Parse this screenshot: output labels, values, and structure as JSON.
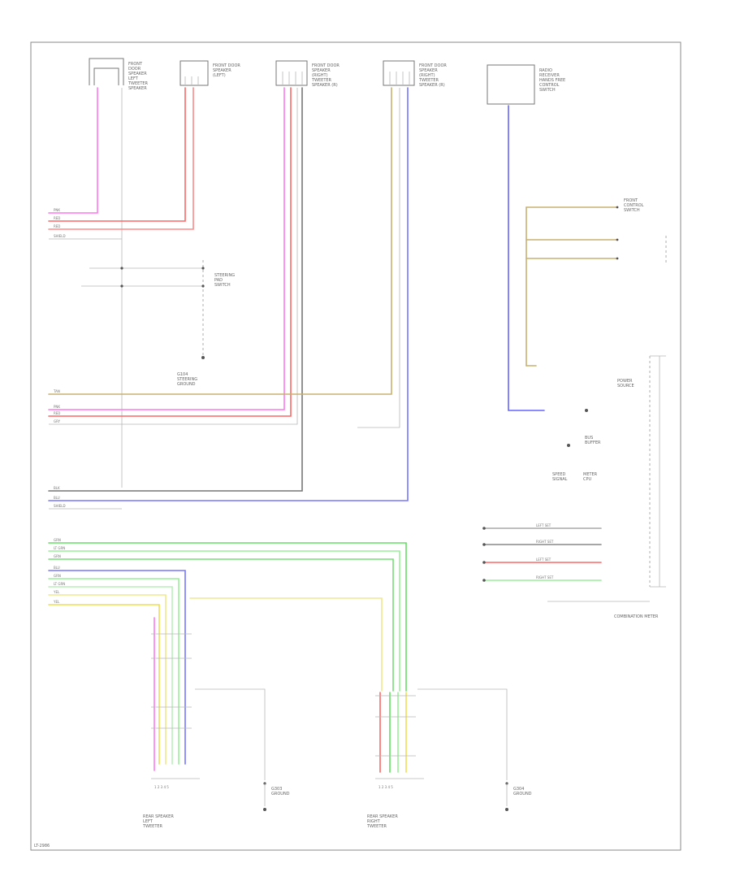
{
  "diagram": {
    "footer_code": "LT-2986",
    "bottom_right_label": "COMBINATION METER",
    "colors": {
      "pink": "#ff77ee",
      "red": "#ff6666",
      "tan": "#c8b070",
      "blue": "#6666ff",
      "green": "#66dd66",
      "lightgreen": "#99ee99",
      "yellow": "#eedd55",
      "lightyellow": "#f0e890",
      "grey": "#888888",
      "black": "#444444"
    },
    "components": [
      {
        "id": "c1",
        "label": "FRONT\nDOOR\nSPEAKER\nLEFT\nTWEETER\nSPEAKER"
      },
      {
        "id": "c2",
        "label": "FRONT DOOR\nSPEAKER\n(LEFT)"
      },
      {
        "id": "c3",
        "label": "FRONT DOOR\nSPEAKER\n(RIGHT)\nTWEETER\nSPEAKER (R)"
      },
      {
        "id": "c4",
        "label": "FRONT DOOR\nSPEAKER\n(RIGHT)\nTWEETER\nSPEAKER (R)"
      },
      {
        "id": "c5",
        "label": "RADIO\nRECEIVER\nHANDS FREE\nCONTROL\nSWITCH"
      },
      {
        "id": "c6",
        "label": "FRONT\nCONTROL\nSWITCH"
      },
      {
        "id": "c7",
        "label": "STEERING\nPAD\nSWITCH"
      },
      {
        "id": "c8",
        "label": "G104\nSTEERING\nGROUND"
      },
      {
        "id": "c9",
        "label": "REAR SPEAKER\nLEFT\nTWEETER"
      },
      {
        "id": "c10",
        "label": "REAR SPEAKER\nRIGHT\nTWEETER"
      },
      {
        "id": "c11",
        "label": "G303\nGROUND"
      },
      {
        "id": "c12",
        "label": "G304\nGROUND"
      }
    ],
    "wire_labels": {
      "pink": "PNK",
      "red": "RED",
      "tan": "TAN",
      "blue": "BLU",
      "green": "GRN",
      "lightgreen": "LT GRN",
      "yellow": "YEL",
      "grey": "GRY",
      "black": "BLK",
      "shield": "SHIELD"
    },
    "meter_labels": [
      "POWER\nSOURCE",
      "BUS\nBUFFER",
      "SPEED\nSIGNAL",
      "METER\nCPU"
    ],
    "light_outputs": [
      "LEFT SET",
      "RIGHT SET",
      "LEFT SET",
      "RIGHT SET"
    ]
  }
}
